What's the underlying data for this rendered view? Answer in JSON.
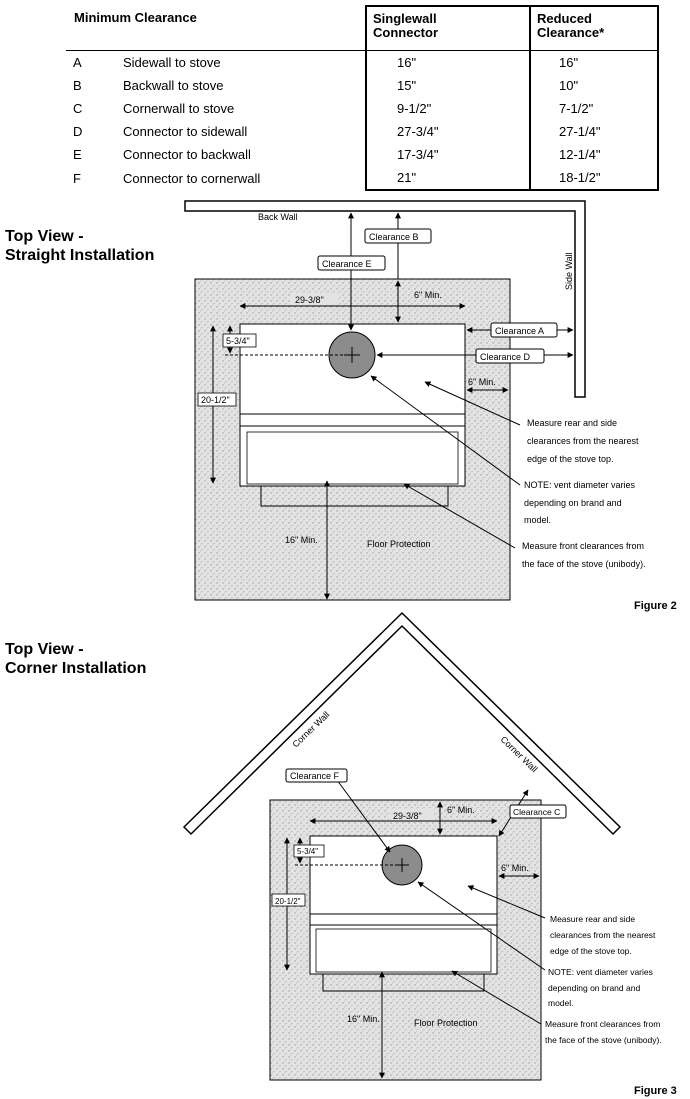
{
  "table": {
    "headers": {
      "min_clearance": "Minimum Clearance",
      "single_line1": "Singlewall",
      "single_line2": "Connector",
      "reduced_line1": "Reduced",
      "reduced_line2": "Clearance*"
    },
    "rows": [
      {
        "letter": "A",
        "desc": "Sidewall to stove",
        "single": "16\"",
        "reduced": "16\""
      },
      {
        "letter": "B",
        "desc": "Backwall to stove",
        "single": "15\"",
        "reduced": "10\""
      },
      {
        "letter": "C",
        "desc": "Cornerwall to stove",
        "single": "9-1/2\"",
        "reduced": "7-1/2\""
      },
      {
        "letter": "D",
        "desc": "Connector to sidewall",
        "single": "27-3/4\"",
        "reduced": "27-1/4\""
      },
      {
        "letter": "E",
        "desc": "Connector to backwall",
        "single": "17-3/4\"",
        "reduced": "12-1/4\""
      },
      {
        "letter": "F",
        "desc": "Connector to cornerwall",
        "single": "21\"",
        "reduced": "18-1/2\""
      }
    ]
  },
  "straight": {
    "title_line1": "Top View -",
    "title_line2": "Straight Installation",
    "back_wall": "Back Wall",
    "side_wall": "Side Wall",
    "clearance_a": "Clearance A",
    "clearance_b": "Clearance B",
    "clearance_d": "Clearance D",
    "clearance_e": "Clearance E",
    "dim_width": "29-3/8\"",
    "dim_rear_min": "6\" Min.",
    "dim_side_min": "6\" Min.",
    "dim_vent_offset": "5-3/4\"",
    "dim_depth": "20-1/2\"",
    "dim_front_min": "16\" Min.",
    "floor_protection": "Floor Protection",
    "note1": [
      "Measure rear and side",
      "clearances from the nearest",
      "edge of the stove top."
    ],
    "note2": [
      "NOTE: vent diameter varies",
      "depending on brand and",
      "model."
    ],
    "note3": [
      "Measure front clearances from",
      "the face of the stove (unibody)."
    ],
    "figure": "Figure 2"
  },
  "corner": {
    "title_line1": "Top View -",
    "title_line2": "Corner Installation",
    "corner_wall_left": "Corner Wall",
    "corner_wall_right": "Corner Wall",
    "clearance_c": "Clearance C",
    "clearance_f": "Clearance F",
    "dim_width": "29-3/8\"",
    "dim_rear_min": "6\" Min.",
    "dim_side_min": "6\" Min.",
    "dim_vent_offset": "5-3/4\"",
    "dim_depth": "20-1/2\"",
    "dim_front_min": "16\" Min.",
    "floor_protection": "Floor Protection",
    "note1": [
      "Measure rear and side",
      "clearances from the nearest",
      "edge of the stove top."
    ],
    "note2": [
      "NOTE: vent diameter varies",
      "depending on brand and",
      "model."
    ],
    "note3": [
      "Measure front clearances from",
      "the face of the stove (unibody)."
    ],
    "figure": "Figure 3"
  },
  "colors": {
    "hearth_fill": "#d9d9d9",
    "vent_fill": "#8c8c8c",
    "wall_fill": "#ffffff"
  }
}
